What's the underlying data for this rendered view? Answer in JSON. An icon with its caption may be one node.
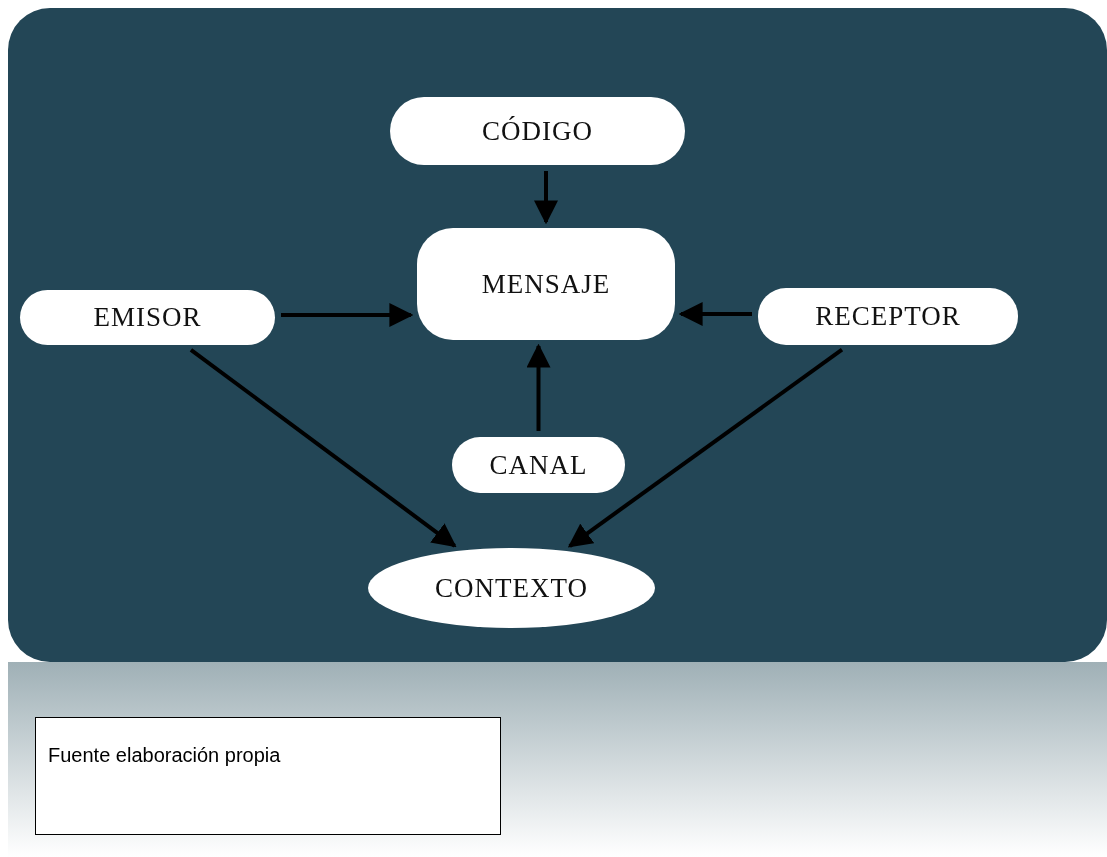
{
  "diagram": {
    "caption": "Fuente elaboración propia",
    "nodes": [
      {
        "text": [
          "CÓDIGO"
        ]
      },
      {
        "text": [
          "EMISOR"
        ]
      },
      {
        "text": [
          "MENSAJE"
        ]
      },
      {
        "text": [
          "RECEPTOR"
        ]
      },
      {
        "text": [
          "CANAL"
        ]
      },
      {
        "text": [
          "CONTEXTO"
        ]
      }
    ],
    "edges": [
      {
        "from": 0,
        "to": 2,
        "arrow": "to"
      },
      {
        "from": 1,
        "to": 2,
        "arrow": "to"
      },
      {
        "from": 3,
        "to": 2,
        "arrow": "to"
      },
      {
        "from": 4,
        "to": 2,
        "arrow": "to"
      },
      {
        "from": 1,
        "to": 5,
        "arrow": "to"
      },
      {
        "from": 3,
        "to": 5,
        "arrow": "to"
      }
    ]
  }
}
